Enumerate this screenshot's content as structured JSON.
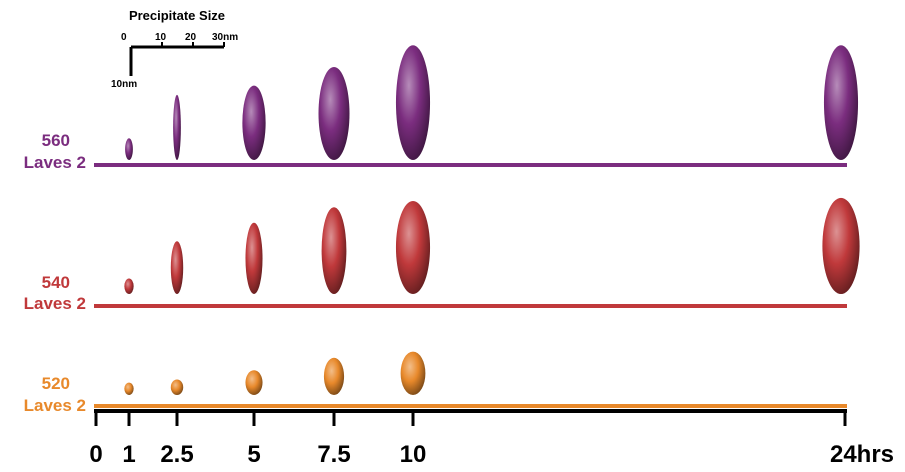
{
  "scale_bar": {
    "title": "Precipitate Size",
    "h_ticks": [
      "0",
      "10",
      "20",
      "30nm"
    ],
    "v_label": "10nm"
  },
  "time_axis": {
    "ticks": [
      "0",
      "1",
      "2.5",
      "5",
      "7.5",
      "10",
      "24hrs"
    ]
  },
  "colors": {
    "purple": "#7B2D7F",
    "red": "#C0393B",
    "orange": "#E8892B",
    "axis": "#000000"
  },
  "series": [
    {
      "id": "560",
      "label_line1": "560",
      "label_line2": "Laves 2",
      "color": "#7B2D7F",
      "precipitates": [
        {
          "time": "1",
          "length_nm": 7,
          "width_nm": 2.5
        },
        {
          "time": "2.5",
          "length_nm": 21,
          "width_nm": 2.5
        },
        {
          "time": "5",
          "length_nm": 24,
          "width_nm": 7.5
        },
        {
          "time": "7.5",
          "length_nm": 30,
          "width_nm": 10
        },
        {
          "time": "10",
          "length_nm": 37,
          "width_nm": 11
        }
      ],
      "precipitate_24": {
        "time": "24hrs",
        "length_nm": 37,
        "width_nm": 11
      }
    },
    {
      "id": "540",
      "label_line1": "540",
      "label_line2": "Laves 2",
      "color": "#C0393B",
      "precipitates": [
        {
          "time": "1",
          "length_nm": 5,
          "width_nm": 3
        },
        {
          "time": "2.5",
          "length_nm": 17,
          "width_nm": 4
        },
        {
          "time": "5",
          "length_nm": 23,
          "width_nm": 5.5
        },
        {
          "time": "7.5",
          "length_nm": 28,
          "width_nm": 8
        },
        {
          "time": "10",
          "length_nm": 30,
          "width_nm": 11
        }
      ],
      "precipitate_24": {
        "time": "24hrs",
        "length_nm": 31,
        "width_nm": 12
      }
    },
    {
      "id": "520",
      "label_line1": "520",
      "label_line2": "Laves 2",
      "color": "#E8892B",
      "precipitates": [
        {
          "time": "1",
          "length_nm": 4,
          "width_nm": 3
        },
        {
          "time": "2.5",
          "length_nm": 5,
          "width_nm": 4
        },
        {
          "time": "5",
          "length_nm": 8,
          "width_nm": 5.5
        },
        {
          "time": "7.5",
          "length_nm": 12,
          "width_nm": 6.5
        },
        {
          "time": "10",
          "length_nm": 14,
          "width_nm": 8
        }
      ],
      "precipitate_24": null
    }
  ]
}
